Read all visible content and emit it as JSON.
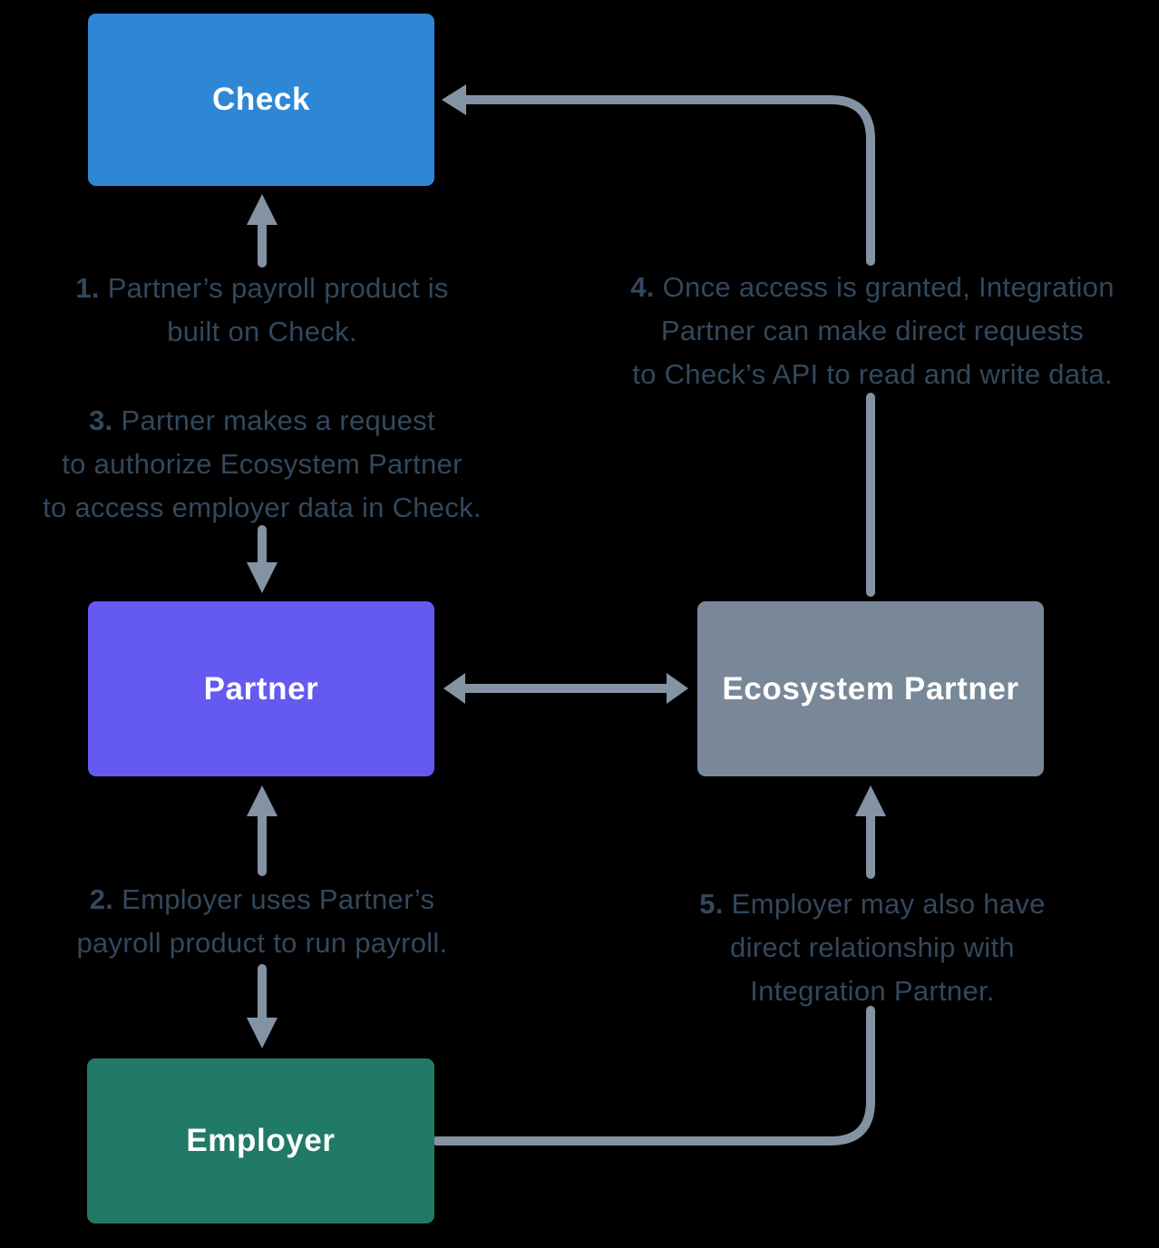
{
  "diagram": {
    "background": "#000000",
    "connector_color": "#8493A3",
    "note_color": "#33485C",
    "boxes": {
      "check": {
        "label": "Check",
        "color": "#2E87D5"
      },
      "partner": {
        "label": "Partner",
        "color": "#6459F0"
      },
      "ecosystem_partner": {
        "label": "Ecosystem Partner",
        "color": "#788898"
      },
      "employer": {
        "label": "Employer",
        "color": "#217A68"
      }
    },
    "notes": {
      "step1": {
        "number": "1.",
        "lines": [
          "Partner’s payroll product is",
          "built on Check."
        ]
      },
      "step2": {
        "number": "2.",
        "lines": [
          "Employer uses Partner’s",
          "payroll product to run payroll."
        ]
      },
      "step3": {
        "number": "3.",
        "lines": [
          "Partner makes a request",
          "to authorize Ecosystem Partner",
          "to access employer data in Check."
        ]
      },
      "step4": {
        "number": "4.",
        "lines": [
          "Once access is granted, Integration",
          "Partner can make direct requests",
          "to Check’s API to read and write data."
        ]
      },
      "step5": {
        "number": "5.",
        "lines": [
          "Employer may also have",
          "direct relationship with",
          "Integration Partner."
        ]
      }
    }
  }
}
